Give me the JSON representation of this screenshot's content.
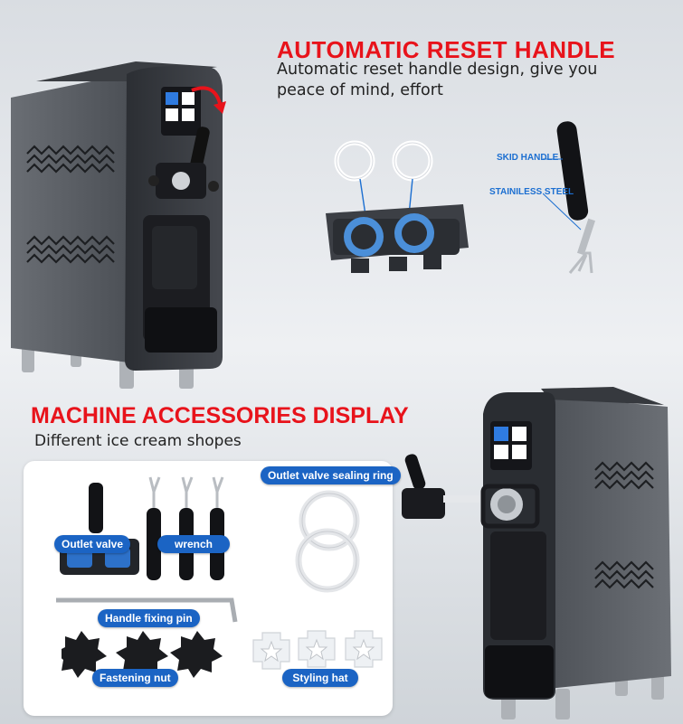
{
  "section1": {
    "title": "AUTOMATIC RESET HANDLE",
    "description": "Automatic reset handle design, give you peace of mind, effort",
    "callout_grip": "SKID HANDLE",
    "callout_shaft": "STAINILESS STEEL"
  },
  "section2": {
    "title": "MACHINE ACCESSORIES DISPLAY",
    "subtitle": "Different ice cream shopes",
    "labels": {
      "outlet_valve": "Outlet valve",
      "wrench": "wrench",
      "sealing_ring": "Outlet valve sealing ring",
      "fixing_pin": "Handle fixing pin",
      "fastening_nut": "Fastening nut",
      "styling_hat": "Styling hat"
    }
  },
  "colors": {
    "heading_red": "#e8131b",
    "label_blue": "#1b64c4",
    "callout_blue": "#1c6fd1",
    "machine_body": "#3a3d42"
  }
}
